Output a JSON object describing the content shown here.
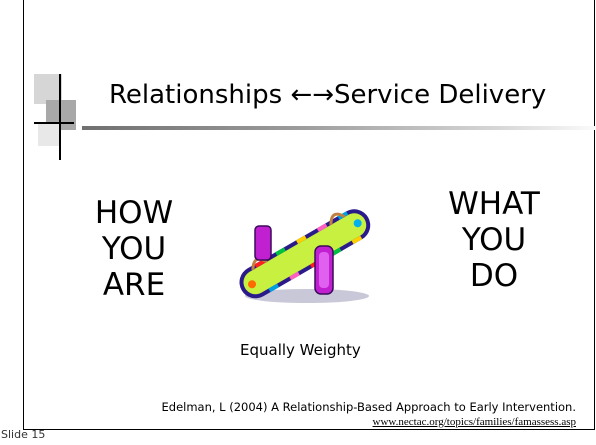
{
  "slide": {
    "title": "Relationships ←→Service Delivery",
    "left_words": [
      "HOW",
      "YOU",
      "ARE"
    ],
    "right_words": [
      "WHAT",
      "YOU",
      "DO"
    ],
    "caption": "Equally Weighty",
    "citation": "Edelman, L (2004) A Relationship-Based Approach to Early Intervention.",
    "citation_url": "www.nectac.org/topics/families/famassess.asp",
    "slide_number": "Slide 15"
  },
  "icons": {
    "clipart": "seesaw-icon",
    "decoration": "gray-squares-decoration"
  },
  "colors": {
    "rule_start": "#707070",
    "seesaw_board": "#c8f040",
    "seesaw_rim": "#2a1a8a",
    "seat": "#c020d0"
  }
}
